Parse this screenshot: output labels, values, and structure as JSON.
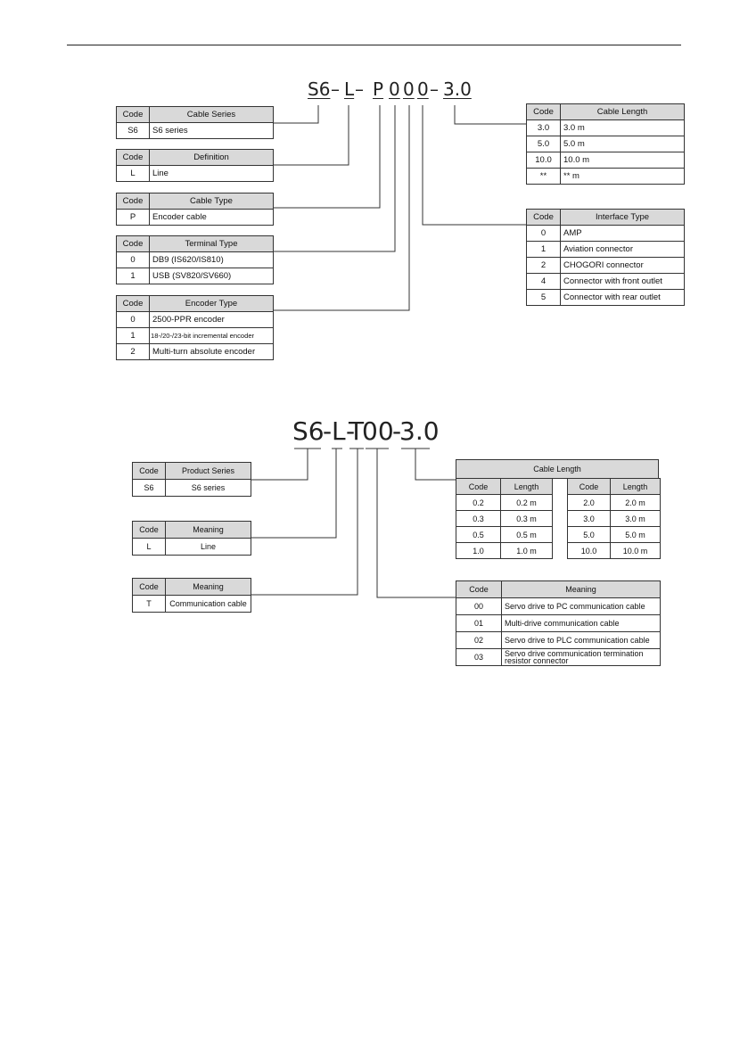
{
  "diagram1": {
    "model_parts": [
      "S6",
      "–",
      "L",
      "–",
      "P",
      "0",
      "0",
      "0",
      "–",
      "3.0"
    ],
    "tables": {
      "cable_series": {
        "headers": [
          "Code",
          "Cable Series"
        ],
        "rows": [
          [
            "S6",
            "S6 series"
          ]
        ]
      },
      "definition": {
        "headers": [
          "Code",
          "Definition"
        ],
        "rows": [
          [
            "L",
            "Line"
          ]
        ]
      },
      "cable_type": {
        "headers": [
          "Code",
          "Cable Type"
        ],
        "rows": [
          [
            "P",
            "Encoder cable"
          ]
        ]
      },
      "terminal_type": {
        "headers": [
          "Code",
          "Terminal Type"
        ],
        "rows": [
          [
            "0",
            "DB9 (IS620/IS810)"
          ],
          [
            "1",
            "USB (SV820/SV660)"
          ]
        ]
      },
      "encoder_type": {
        "headers": [
          "Code",
          "Encoder Type"
        ],
        "rows": [
          [
            "0",
            "2500-PPR encoder"
          ],
          [
            "1",
            "18-/20-/23-bit incremental encoder"
          ],
          [
            "2",
            "Multi-turn absolute encoder"
          ]
        ]
      },
      "cable_length": {
        "headers": [
          "Code",
          "Cable Length"
        ],
        "rows": [
          [
            "3.0",
            "3.0 m"
          ],
          [
            "5.0",
            "5.0 m"
          ],
          [
            "10.0",
            "10.0 m"
          ],
          [
            "**",
            "** m"
          ]
        ]
      },
      "interface_type": {
        "headers": [
          "Code",
          "Interface Type"
        ],
        "rows": [
          [
            "0",
            "AMP"
          ],
          [
            "1",
            "Aviation connector"
          ],
          [
            "2",
            "CHOGORI connector"
          ],
          [
            "4",
            "Connector with front outlet"
          ],
          [
            "5",
            "Connector with rear outlet"
          ]
        ]
      }
    }
  },
  "diagram2": {
    "model_parts": [
      "S6",
      "-",
      "L",
      "-",
      "T",
      "00",
      "-",
      "3.0"
    ],
    "tables": {
      "product_series": {
        "headers": [
          "Code",
          "Product Series"
        ],
        "rows": [
          [
            "S6",
            "S6 series"
          ]
        ]
      },
      "meaning_l": {
        "headers": [
          "Code",
          "Meaning"
        ],
        "rows": [
          [
            "L",
            "Line"
          ]
        ]
      },
      "meaning_t": {
        "headers": [
          "Code",
          "Meaning"
        ],
        "rows": [
          [
            "T",
            "Communication cable"
          ]
        ]
      },
      "cable_length": {
        "title": "Cable Length",
        "headers": [
          "Code",
          "Length",
          "Code",
          "Length"
        ],
        "left_rows": [
          [
            "0.2",
            "0.2 m"
          ],
          [
            "0.3",
            "0.3 m"
          ],
          [
            "0.5",
            "0.5 m"
          ],
          [
            "1.0",
            "1.0 m"
          ]
        ],
        "right_rows": [
          [
            "2.0",
            "2.0 m"
          ],
          [
            "3.0",
            "3.0 m"
          ],
          [
            "5.0",
            "5.0 m"
          ],
          [
            "10.0",
            "10.0 m"
          ]
        ]
      },
      "meaning_comm": {
        "headers": [
          "Code",
          "Meaning"
        ],
        "rows": [
          [
            "00",
            "Servo drive to PC communication cable"
          ],
          [
            "01",
            "Multi-drive communication cable"
          ],
          [
            "02",
            "Servo drive to PLC communication cable"
          ],
          [
            "03",
            "Servo drive communication termination resistor connector"
          ]
        ]
      }
    }
  }
}
